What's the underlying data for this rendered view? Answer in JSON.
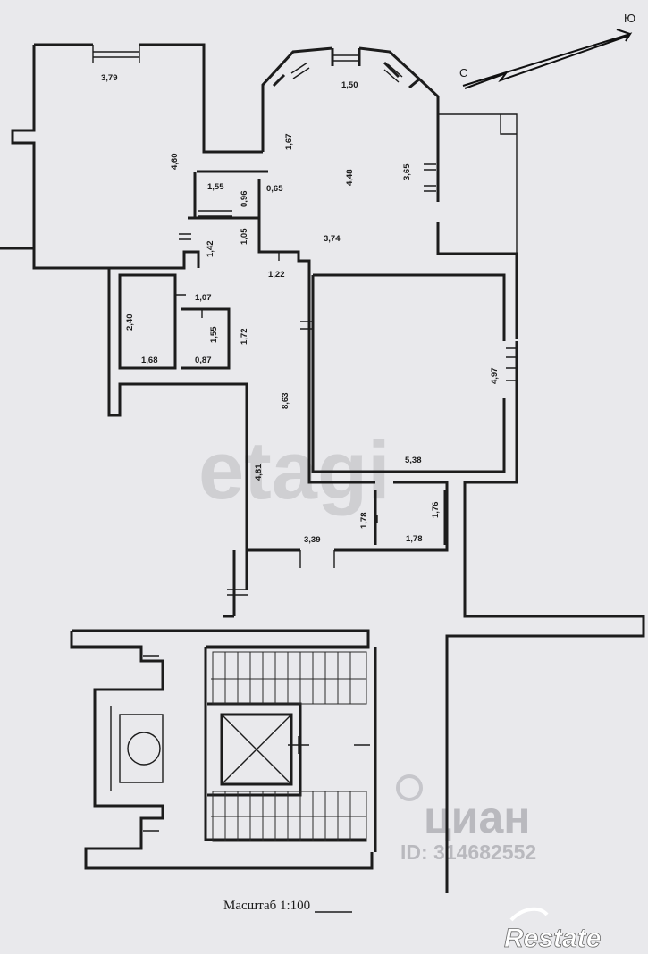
{
  "plan": {
    "rooms": [
      {
        "id": "room-left-top",
        "width": "3,79",
        "height": "4,60"
      },
      {
        "id": "room-bay",
        "top": "1,50",
        "side": "1,67",
        "height": "4,48",
        "right": "3,65",
        "bottom": "3,74",
        "nook": "0,65"
      },
      {
        "id": "bath-small",
        "width": "1,55",
        "height": "0,96"
      },
      {
        "id": "corridor-upper",
        "a": "1,05",
        "b": "1,42",
        "c": "1,22"
      },
      {
        "id": "bath-left",
        "height": "2,40",
        "width": "1,68",
        "top": "1,07"
      },
      {
        "id": "wc",
        "height": "1,55",
        "width": "0,87",
        "side": "1,72"
      },
      {
        "id": "room-large",
        "height": "4,97",
        "width": "5,38"
      },
      {
        "id": "hall",
        "length": "8,63",
        "lower": "4,81",
        "width": "3,39"
      },
      {
        "id": "closet",
        "a": "1,78",
        "b": "1,76",
        "c": "1,78"
      }
    ],
    "compass": {
      "north": "С",
      "south": "Ю"
    },
    "scale_text": "Масштаб 1:100"
  },
  "watermarks": {
    "etagi": "etagi",
    "cian": "циан",
    "cian_id": "ID: 314682552"
  },
  "brand": "Restate"
}
